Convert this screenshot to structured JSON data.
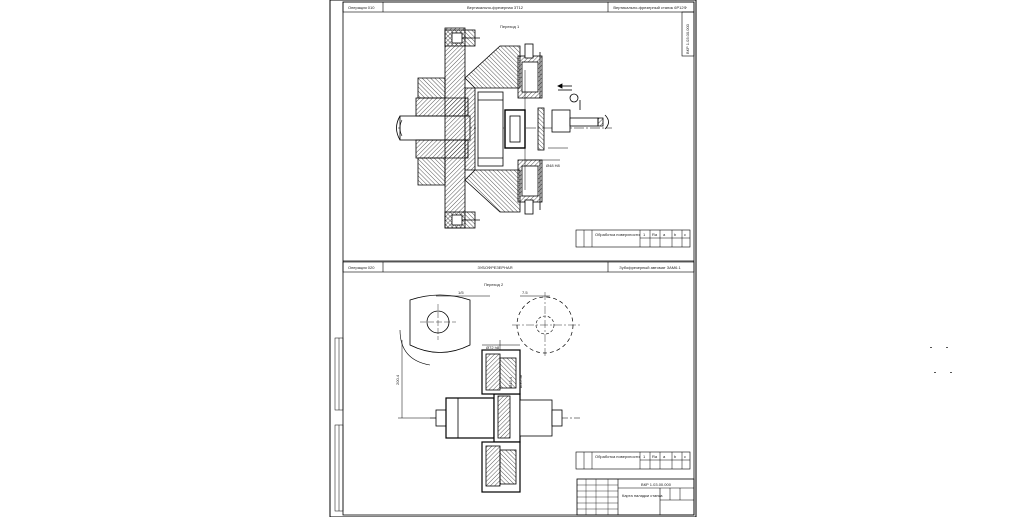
{
  "upper": {
    "header_operation": "Операция 010",
    "header_title": "Вертикально-фрезерная 3Т12",
    "header_machine": "Вертикально-фрезерный станок 6Р12Ф",
    "setup_label": "Переход 1",
    "side_stamp": "ВКР 1.03.00.000",
    "dim_text": "Ø48 H8",
    "table_header": "Обработка поверхности",
    "table_cells": [
      "1",
      "Ra",
      "a",
      "b",
      "c"
    ]
  },
  "lower": {
    "header_operation": "Операция 020",
    "header_title": "ЗУБОФРЕЗЕРНАЯ",
    "header_machine": "Зубофрезерный автомат ЗАМ6.1",
    "setup_label": "Переход 2",
    "dim_top_left": "1/5",
    "dim_top_right": "7.5",
    "dim_left": "200.4",
    "dim_mid1": "Ø72 h8",
    "dim_mid2": "Ø43.4",
    "dim_mid3": "Ø30 h8",
    "table_header": "Обработка поверхности",
    "table_cells": [
      "1",
      "Ra",
      "a",
      "b",
      "c"
    ]
  },
  "title_block": {
    "doc_code": "ВКР 1.03.00.000",
    "name": "Карта наладки станка"
  }
}
